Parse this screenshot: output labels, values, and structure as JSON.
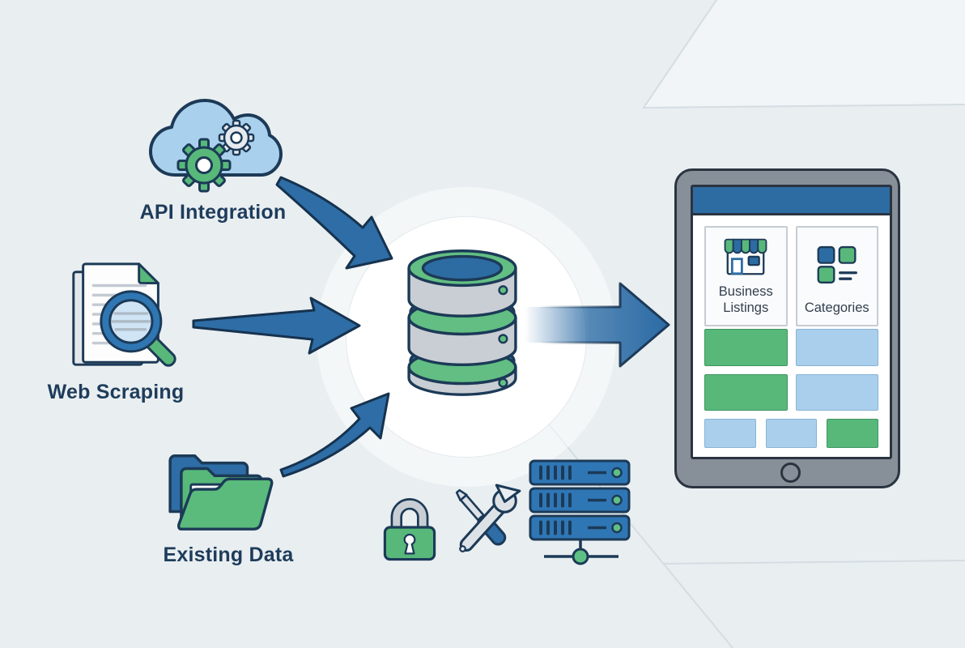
{
  "diagram": {
    "sources": [
      {
        "id": "api",
        "icon": "cloud-gears-icon",
        "label": "API Integration"
      },
      {
        "id": "web",
        "icon": "document-magnifier-icon",
        "label": "Web Scraping"
      },
      {
        "id": "existing",
        "icon": "folders-icon",
        "label": "Existing Data"
      }
    ],
    "hub": {
      "icon": "database-icon"
    },
    "footer_icons": [
      "lock-icon",
      "tools-icon",
      "server-stack-icon"
    ],
    "arrows": [
      "api-to-db",
      "web-to-db",
      "data-to-db",
      "db-to-tablet"
    ]
  },
  "tablet": {
    "cards": [
      {
        "icon": "storefront-icon",
        "label": "Business Listings"
      },
      {
        "icon": "category-grid-icon",
        "label": "Categories"
      }
    ],
    "blocks": [
      [
        "green",
        "blue"
      ],
      [
        "green",
        "blue"
      ],
      [
        "blue",
        "blue",
        "green"
      ]
    ]
  },
  "colors": {
    "background": "#e9eef1",
    "primary_blue": "#2e6da6",
    "light_blue": "#a9cfec",
    "green": "#57b87a",
    "rim_green": "#62be83",
    "navy": "#1c3a57",
    "gray": "#c9ced4",
    "tablet_frame": "#878f99",
    "tablet_bar": "#2d6ca3",
    "label_text": "#1e3c5b"
  }
}
